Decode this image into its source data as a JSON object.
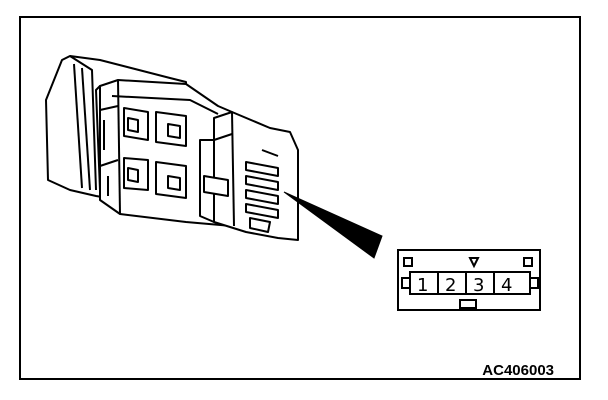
{
  "figure": {
    "code": "AC406003"
  },
  "connector": {
    "pins": [
      "1",
      "2",
      "3",
      "4"
    ]
  }
}
